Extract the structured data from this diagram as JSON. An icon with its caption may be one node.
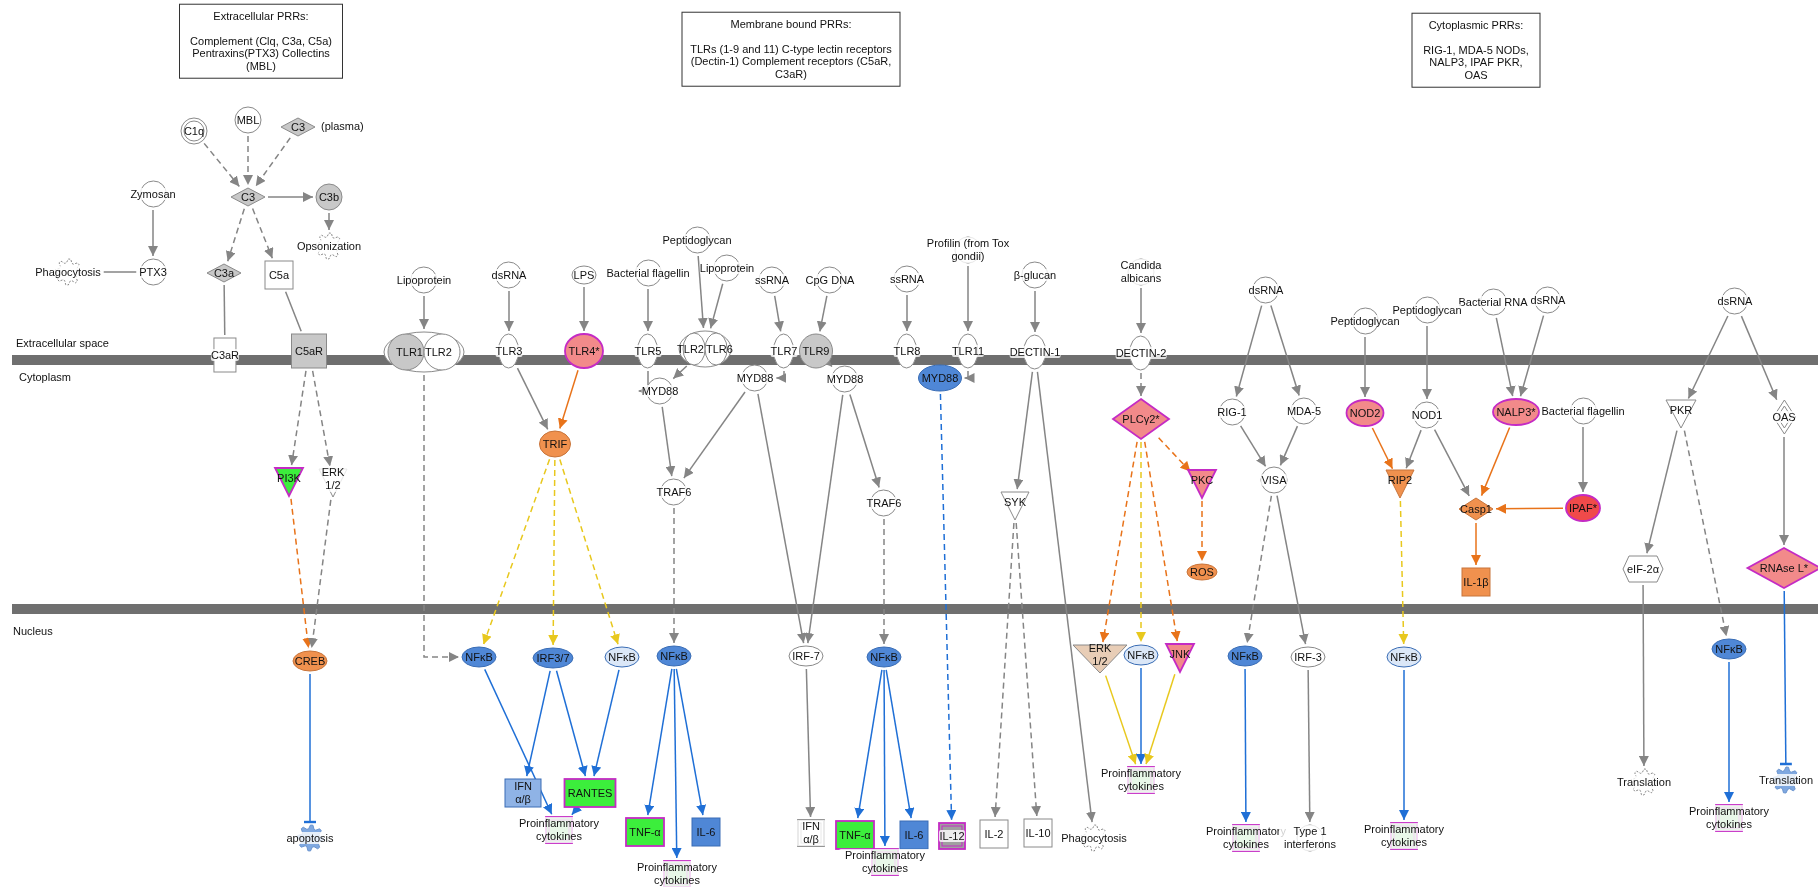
{
  "diagram": {
    "nodes": [
      {
        "text": [
          "Extracellular PRRs:",
          "Complement (Clq, C3a, C5a) Pentraxins(PTX3) Collectins (MBL)"
        ]
      },
      {
        "text": [
          "Membrane bound PRRs:",
          "TLRs (1-9 and 11) C-type lectin receptors (Dectin-1) Complement receptors (C5aR, C3aR)"
        ]
      },
      {
        "text": [
          "Cytoplasmic PRRs:",
          "RIG-1, MDA-5 NODs, NALP3, IPAF PKR, OAS"
        ]
      },
      {
        "text": [
          "C1q"
        ]
      },
      {
        "text": [
          "MBL"
        ]
      },
      {
        "text": [
          "C3"
        ],
        "beside": [
          "(plasma)"
        ]
      },
      {
        "text": [
          "Zymosan"
        ]
      },
      {
        "text": [
          "C3"
        ]
      },
      {
        "text": [
          "C3b"
        ]
      },
      {
        "text": [
          "Peptidoglycan"
        ]
      },
      {
        "text": [
          "Opsonization"
        ]
      },
      {
        "text": [
          "Profilin (from Tox gondii)"
        ]
      },
      {
        "text": [
          "Lipoprotein"
        ]
      },
      {
        "text": [
          "Candida albicans"
        ]
      },
      {
        "text": [
          "Phagocytosis"
        ]
      },
      {
        "text": [
          "PTX3"
        ]
      },
      {
        "text": [
          "C3a"
        ]
      },
      {
        "text": [
          "C5a"
        ]
      },
      {
        "text": [
          "Bacterial flagellin"
        ]
      },
      {
        "text": [
          "dsRNA"
        ]
      },
      {
        "text": [
          "LPS"
        ]
      },
      {
        "text": [
          "β-glucan"
        ]
      },
      {
        "text": [
          "Lipoprotein"
        ]
      },
      {
        "text": [
          "ssRNA"
        ]
      },
      {
        "text": [
          "CpG DNA"
        ]
      },
      {
        "text": [
          "ssRNA"
        ]
      },
      {
        "text": [
          "dsRNA"
        ]
      },
      {
        "text": [
          "Bacterial RNA"
        ]
      },
      {
        "text": [
          "dsRNA"
        ]
      },
      {
        "text": [
          "dsRNA"
        ]
      },
      {
        "text": [
          "Peptidoglycan"
        ]
      },
      {
        "text": [
          "Peptidoglycan"
        ]
      },
      {
        "text": [
          "C3aR"
        ]
      },
      {
        "text": [
          "C5aR"
        ]
      },
      {
        "text": [
          "TLR1",
          "TLR2"
        ]
      },
      {
        "text": [
          "TLR3"
        ]
      },
      {
        "text": [
          "TLR4*"
        ]
      },
      {
        "text": [
          "TLR5"
        ]
      },
      {
        "text": [
          "TLR2",
          "TLR6"
        ]
      },
      {
        "text": [
          "TLR7"
        ]
      },
      {
        "text": [
          "TLR9"
        ]
      },
      {
        "text": [
          "TLR8"
        ]
      },
      {
        "text": [
          "TLR11"
        ]
      },
      {
        "text": [
          "DECTIN-1"
        ]
      },
      {
        "text": [
          "DECTIN-2"
        ]
      },
      {
        "text": [
          "MYD88"
        ]
      },
      {
        "text": [
          "MYD88"
        ]
      },
      {
        "text": [
          "MYD88"
        ]
      },
      {
        "text": [
          "MYD88"
        ]
      },
      {
        "text": [
          "RIG-1"
        ]
      },
      {
        "text": [
          "MDA-5"
        ]
      },
      {
        "text": [
          "NOD2"
        ]
      },
      {
        "text": [
          "NOD1"
        ]
      },
      {
        "text": [
          "NALP3*"
        ]
      },
      {
        "text": [
          "Bacterial flagellin"
        ]
      },
      {
        "text": [
          "PKR"
        ]
      },
      {
        "text": [
          "OAS"
        ]
      },
      {
        "text": [
          "PLCγ2*"
        ]
      },
      {
        "text": [
          "TRIF"
        ]
      },
      {
        "text": [
          "VISA"
        ]
      },
      {
        "text": [
          "PI3K"
        ]
      },
      {
        "text": [
          "ERK 1/2"
        ]
      },
      {
        "text": [
          "PKC"
        ]
      },
      {
        "text": [
          "RIP2"
        ]
      },
      {
        "text": [
          "TRAF6"
        ]
      },
      {
        "text": [
          "TRAF6"
        ]
      },
      {
        "text": [
          "SYK"
        ]
      },
      {
        "text": [
          "Casp1"
        ]
      },
      {
        "text": [
          "IPAF*"
        ]
      },
      {
        "text": [
          "eIF-2α"
        ]
      },
      {
        "text": [
          "RNAse L*"
        ]
      },
      {
        "text": [
          "ROS"
        ]
      },
      {
        "text": [
          "IL-1β"
        ]
      },
      {
        "text": [
          "NFκB"
        ]
      },
      {
        "text": [
          "NFκB"
        ]
      },
      {
        "text": [
          "IRF3/7"
        ]
      },
      {
        "text": [
          "NFκB"
        ]
      },
      {
        "text": [
          "NFκB"
        ]
      },
      {
        "text": [
          "IRF-7"
        ]
      },
      {
        "text": [
          "NFκB"
        ]
      },
      {
        "text": [
          "ERK 1/2"
        ]
      },
      {
        "text": [
          "NFκB"
        ]
      },
      {
        "text": [
          "JNK"
        ]
      },
      {
        "text": [
          "NFκB"
        ]
      },
      {
        "text": [
          "IRF-3"
        ]
      },
      {
        "text": [
          "NFκB"
        ]
      },
      {
        "text": [
          "CREB"
        ]
      },
      {
        "text": [
          "Translation"
        ]
      },
      {
        "text": [
          "Translation"
        ]
      },
      {
        "text": [
          "Proinflammatory cytokines"
        ]
      },
      {
        "text": [
          "IFN α/β"
        ]
      },
      {
        "text": [
          "RANTES"
        ]
      },
      {
        "text": [
          "Proinflammatory cytokines"
        ]
      },
      {
        "text": [
          "Proinflammatory cytokines"
        ]
      },
      {
        "text": [
          "TNF-α"
        ]
      },
      {
        "text": [
          "IL-6"
        ]
      },
      {
        "text": [
          "IFN α/β"
        ]
      },
      {
        "text": [
          "IL-2"
        ]
      },
      {
        "text": [
          "IL-10"
        ]
      },
      {
        "text": [
          "TNF-α"
        ]
      },
      {
        "text": [
          "IL-6"
        ]
      },
      {
        "text": [
          "IL-12"
        ]
      },
      {
        "text": [
          "Phagocytosis"
        ]
      },
      {
        "text": [
          "apoptosis"
        ]
      },
      {
        "text": [
          "Proinflammatory cytokines"
        ]
      },
      {
        "text": [
          "Type 1 interferons"
        ]
      },
      {
        "text": [
          "Proinflammatory cytokines"
        ]
      },
      {
        "text": [
          "Proinflammatory cytokines"
        ]
      },
      {
        "text": [
          "Proinflammatory cytokines"
        ]
      }
    ],
    "edges": [
      {
        "from": 3,
        "to": 7,
        "arrow": "to",
        "style": "dashed"
      },
      {
        "from": 4,
        "to": 7,
        "arrow": "to",
        "style": "dashed"
      },
      {
        "from": 5,
        "to": 7,
        "arrow": "to",
        "style": "dashed"
      },
      {
        "from": 7,
        "to": 8,
        "arrow": "to"
      },
      {
        "from": 8,
        "to": 10,
        "arrow": "to"
      },
      {
        "from": 7,
        "to": 16,
        "arrow": "to",
        "style": "dashed"
      },
      {
        "from": 7,
        "to": 17,
        "arrow": "to",
        "style": "dashed"
      },
      {
        "from": 6,
        "to": 15,
        "arrow": "to"
      },
      {
        "from": 15,
        "to": 14,
        "arrow": "none"
      },
      {
        "from": 16,
        "to": 32,
        "arrow": "none"
      },
      {
        "from": 17,
        "to": 33,
        "arrow": "none"
      },
      {
        "from": 33,
        "to": 60,
        "arrow": "to",
        "style": "dashed"
      },
      {
        "from": 33,
        "to": 61,
        "arrow": "to",
        "style": "dashed"
      },
      {
        "from": 60,
        "to": 86,
        "arrow": "to",
        "style": "dashed",
        "color": "#e8731a"
      },
      {
        "from": 61,
        "to": 86,
        "arrow": "to",
        "style": "dashed"
      },
      {
        "from": 86,
        "to": 103,
        "arrow": "other",
        "color": "#1f6fd6"
      },
      {
        "from": 22,
        "to": 34,
        "arrow": "to"
      },
      {
        "from": 34,
        "to": 74,
        "arrow": "to",
        "style": "dashed"
      },
      {
        "from": 19,
        "to": 35,
        "arrow": "to"
      },
      {
        "from": 35,
        "to": 58,
        "arrow": "to"
      },
      {
        "from": 20,
        "to": 36,
        "arrow": "to"
      },
      {
        "from": 36,
        "to": 58,
        "arrow": "to",
        "color": "#e8731a"
      },
      {
        "from": 58,
        "to": 74,
        "arrow": "to",
        "style": "dashed",
        "color": "#e8c81e"
      },
      {
        "from": 58,
        "to": 75,
        "arrow": "to",
        "style": "dashed",
        "color": "#e8c81e"
      },
      {
        "from": 58,
        "to": 76,
        "arrow": "to",
        "style": "dashed",
        "color": "#e8c81e"
      },
      {
        "from": 74,
        "to": 93,
        "arrow": "to",
        "color": "#1f6fd6"
      },
      {
        "from": 75,
        "to": 90,
        "arrow": "to",
        "color": "#1f6fd6"
      },
      {
        "from": 75,
        "to": 91,
        "arrow": "to",
        "color": "#1f6fd6"
      },
      {
        "from": 76,
        "to": 91,
        "arrow": "to",
        "color": "#1f6fd6"
      },
      {
        "from": 91,
        "to": 93,
        "arrow": "to",
        "color": "#1f6fd6"
      },
      {
        "from": 18,
        "to": 37,
        "arrow": "to"
      },
      {
        "from": 37,
        "to": 45,
        "arrow": "to"
      },
      {
        "from": 9,
        "to": 38,
        "arrow": "to"
      },
      {
        "from": 12,
        "to": 38,
        "arrow": "to"
      },
      {
        "from": 38,
        "to": 45,
        "arrow": "to"
      },
      {
        "from": 23,
        "to": 39,
        "arrow": "to"
      },
      {
        "from": 24,
        "to": 40,
        "arrow": "to"
      },
      {
        "from": 39,
        "to": 46,
        "arrow": "to"
      },
      {
        "from": 40,
        "to": 47,
        "arrow": "to"
      },
      {
        "from": 25,
        "to": 41,
        "arrow": "to"
      },
      {
        "from": 11,
        "to": 42,
        "arrow": "to"
      },
      {
        "from": 42,
        "to": 48,
        "arrow": "to"
      },
      {
        "from": 45,
        "to": 64,
        "arrow": "to"
      },
      {
        "from": 46,
        "to": 64,
        "arrow": "to"
      },
      {
        "from": 46,
        "to": 78,
        "arrow": "to"
      },
      {
        "from": 47,
        "to": 78,
        "arrow": "to"
      },
      {
        "from": 47,
        "to": 65,
        "arrow": "to"
      },
      {
        "from": 64,
        "to": 77,
        "arrow": "to",
        "style": "dashed"
      },
      {
        "from": 65,
        "to": 79,
        "arrow": "to",
        "style": "dashed"
      },
      {
        "from": 48,
        "to": 101,
        "arrow": "to",
        "style": "dashed",
        "color": "#1f6fd6"
      },
      {
        "from": 77,
        "to": 94,
        "arrow": "to",
        "color": "#1f6fd6"
      },
      {
        "from": 77,
        "to": 107,
        "arrow": "to",
        "color": "#1f6fd6"
      },
      {
        "from": 77,
        "to": 95,
        "arrow": "to",
        "color": "#1f6fd6"
      },
      {
        "from": 78,
        "to": 96,
        "arrow": "to"
      },
      {
        "from": 79,
        "to": 99,
        "arrow": "to",
        "color": "#1f6fd6"
      },
      {
        "from": 79,
        "to": 108,
        "arrow": "to",
        "color": "#1f6fd6"
      },
      {
        "from": 79,
        "to": 100,
        "arrow": "to",
        "color": "#1f6fd6"
      },
      {
        "from": 21,
        "to": 43,
        "arrow": "to"
      },
      {
        "from": 43,
        "to": 66,
        "arrow": "to"
      },
      {
        "from": 43,
        "to": 102,
        "arrow": "to"
      },
      {
        "from": 66,
        "to": 97,
        "arrow": "to",
        "style": "dashed"
      },
      {
        "from": 66,
        "to": 98,
        "arrow": "to",
        "style": "dashed"
      },
      {
        "from": 13,
        "to": 44,
        "arrow": "to"
      },
      {
        "from": 44,
        "to": 57,
        "arrow": "to",
        "style": "dashed"
      },
      {
        "from": 57,
        "to": 62,
        "arrow": "to",
        "style": "dashed",
        "color": "#e8731a"
      },
      {
        "from": 62,
        "to": 71,
        "arrow": "to",
        "style": "dashed",
        "color": "#e8731a"
      },
      {
        "from": 57,
        "to": 80,
        "arrow": "to",
        "style": "dashed",
        "color": "#e8731a"
      },
      {
        "from": 57,
        "to": 81,
        "arrow": "to",
        "style": "dashed",
        "color": "#e8c81e"
      },
      {
        "from": 57,
        "to": 82,
        "arrow": "to",
        "style": "dashed",
        "color": "#e8731a"
      },
      {
        "from": 80,
        "to": 89,
        "arrow": "to",
        "color": "#e8c81e"
      },
      {
        "from": 81,
        "to": 89,
        "arrow": "to",
        "color": "#1f6fd6"
      },
      {
        "from": 82,
        "to": 89,
        "arrow": "to",
        "color": "#e8c81e"
      },
      {
        "from": 26,
        "to": 49,
        "arrow": "to"
      },
      {
        "from": 26,
        "to": 50,
        "arrow": "to"
      },
      {
        "from": 49,
        "to": 59,
        "arrow": "to"
      },
      {
        "from": 50,
        "to": 59,
        "arrow": "to"
      },
      {
        "from": 59,
        "to": 83,
        "arrow": "to",
        "style": "dashed"
      },
      {
        "from": 59,
        "to": 84,
        "arrow": "to"
      },
      {
        "from": 83,
        "to": 104,
        "arrow": "to",
        "color": "#1f6fd6"
      },
      {
        "from": 84,
        "to": 105,
        "arrow": "to"
      },
      {
        "from": 31,
        "to": 51,
        "arrow": "to"
      },
      {
        "from": 30,
        "to": 52,
        "arrow": "to"
      },
      {
        "from": 51,
        "to": 63,
        "arrow": "to",
        "color": "#e8731a"
      },
      {
        "from": 52,
        "to": 63,
        "arrow": "to"
      },
      {
        "from": 52,
        "to": 67,
        "arrow": "to"
      },
      {
        "from": 27,
        "to": 53,
        "arrow": "to"
      },
      {
        "from": 28,
        "to": 53,
        "arrow": "to"
      },
      {
        "from": 53,
        "to": 67,
        "arrow": "to",
        "color": "#e8731a"
      },
      {
        "from": 54,
        "to": 68,
        "arrow": "to"
      },
      {
        "from": 68,
        "to": 67,
        "arrow": "to",
        "color": "#e8731a"
      },
      {
        "from": 67,
        "to": 72,
        "arrow": "to",
        "color": "#e8731a"
      },
      {
        "from": 63,
        "to": 85,
        "arrow": "to",
        "style": "dashed",
        "color": "#e8c81e"
      },
      {
        "from": 85,
        "to": 106,
        "arrow": "to",
        "color": "#1f6fd6"
      },
      {
        "from": 29,
        "to": 55,
        "arrow": "to"
      },
      {
        "from": 29,
        "to": 56,
        "arrow": "to"
      },
      {
        "from": 55,
        "to": 69,
        "arrow": "to"
      },
      {
        "from": 55,
        "to": 73,
        "arrow": "to",
        "style": "dashed"
      },
      {
        "from": 69,
        "to": 88,
        "arrow": "to"
      },
      {
        "from": 73,
        "to": 92,
        "arrow": "to",
        "color": "#1f6fd6"
      },
      {
        "from": 56,
        "to": 70,
        "arrow": "to"
      },
      {
        "from": 70,
        "to": 87,
        "arrow": "other",
        "color": "#1f6fd6"
      }
    ],
    "labels": [
      "Extracellular space",
      "Cytoplasm",
      "Nucleus"
    ]
  }
}
